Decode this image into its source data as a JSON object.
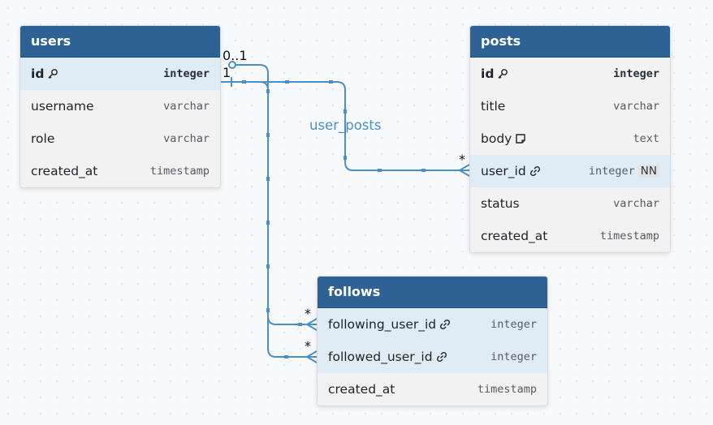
{
  "tables": {
    "users": {
      "title": "users",
      "fields": [
        {
          "name": "id",
          "type": "integer"
        },
        {
          "name": "username",
          "type": "varchar"
        },
        {
          "name": "role",
          "type": "varchar"
        },
        {
          "name": "created_at",
          "type": "timestamp"
        }
      ]
    },
    "posts": {
      "title": "posts",
      "fields": [
        {
          "name": "id",
          "type": "integer"
        },
        {
          "name": "title",
          "type": "varchar"
        },
        {
          "name": "body",
          "type": "text"
        },
        {
          "name": "user_id",
          "type": "integer",
          "badge": "NN"
        },
        {
          "name": "status",
          "type": "varchar"
        },
        {
          "name": "created_at",
          "type": "timestamp"
        }
      ]
    },
    "follows": {
      "title": "follows",
      "fields": [
        {
          "name": "following_user_id",
          "type": "integer"
        },
        {
          "name": "followed_user_id",
          "type": "integer"
        },
        {
          "name": "created_at",
          "type": "timestamp"
        }
      ]
    }
  },
  "relations": {
    "user_posts": {
      "label": "user_posts",
      "from_card": "1",
      "to_card": "*"
    },
    "follows_following": {
      "from_card": "0..1",
      "to_card": "*"
    },
    "follows_followed": {
      "to_card": "*"
    }
  },
  "icons": {
    "primary_key": "key-icon",
    "foreign_key": "link-icon",
    "note": "note-icon"
  },
  "colors": {
    "header": "#2e6294",
    "edge": "#4a90c8",
    "highlight_row": "#dfebf5"
  }
}
